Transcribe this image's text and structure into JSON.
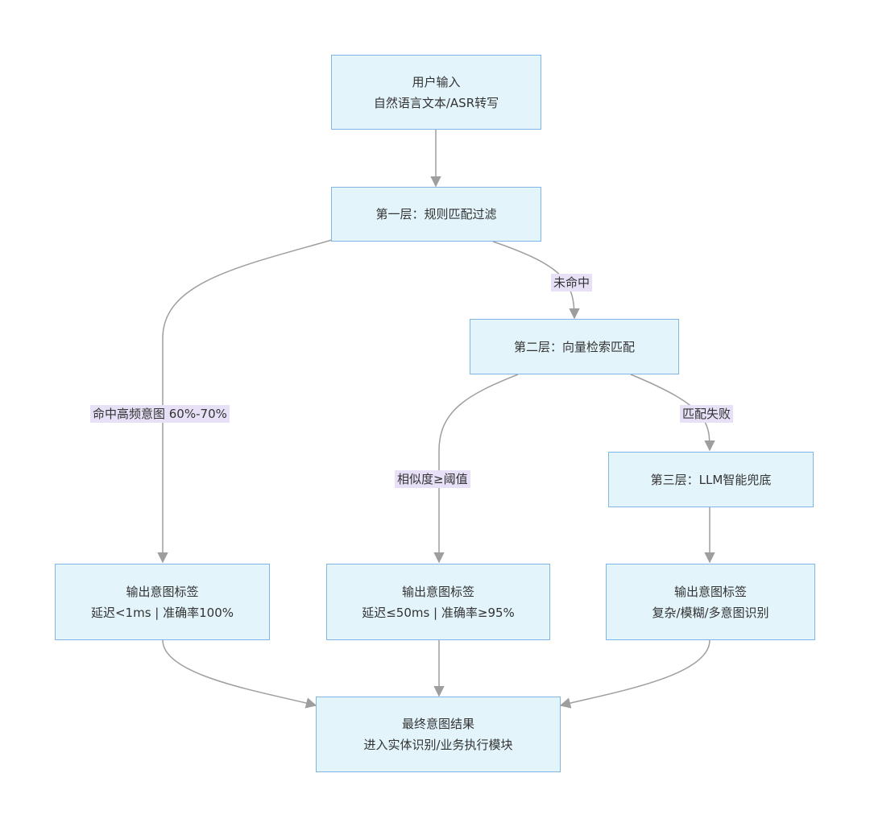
{
  "nodes": {
    "user_input": {
      "line1": "用户输入",
      "line2": "自然语言文本/ASR转写"
    },
    "layer1": {
      "line1": "第一层：规则匹配过滤"
    },
    "layer2": {
      "line1": "第二层：向量检索匹配"
    },
    "layer3": {
      "line1": "第三层：LLM智能兜底"
    },
    "output1": {
      "line1": "输出意图标签",
      "line2": "延迟<1ms | 准确率100%"
    },
    "output2": {
      "line1": "输出意图标签",
      "line2": "延迟≤50ms | 准确率≥95%"
    },
    "output3": {
      "line1": "输出意图标签",
      "line2": "复杂/模糊/多意图识别"
    },
    "final": {
      "line1": "最终意图结果",
      "line2": "进入实体识别/业务执行模块"
    }
  },
  "edge_labels": {
    "miss": "未命中",
    "hit_high_freq": "命中高频意图 60%-70%",
    "match_fail": "匹配失败",
    "similarity": "相似度≥阈值"
  }
}
